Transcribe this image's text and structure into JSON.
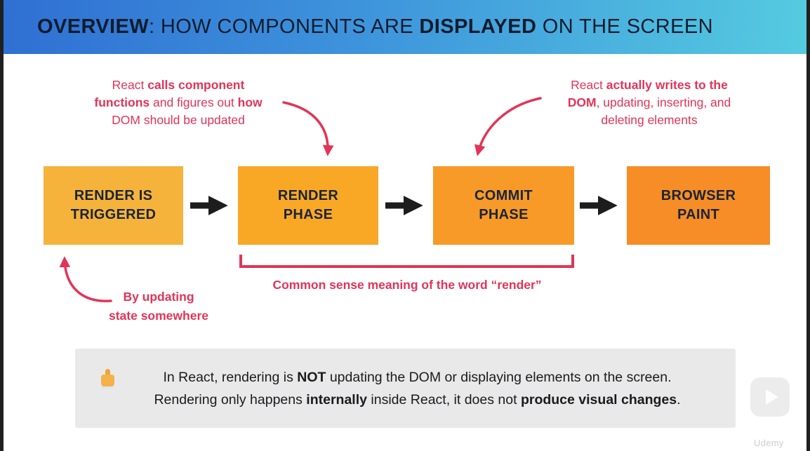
{
  "header": {
    "parts": [
      "OVERVIEW",
      ": HOW COMPONENTS ARE ",
      "DISPLAYED",
      " ON THE SCREEN"
    ],
    "gradient": [
      "#2F6FD3",
      "#55CBE0"
    ],
    "text_color": "#0F1C2E"
  },
  "boxes": [
    {
      "label": "RENDER IS TRIGGERED",
      "color": "#F5B33C"
    },
    {
      "label": "RENDER PHASE",
      "color": "#F9A826"
    },
    {
      "label": "COMMIT PHASE",
      "color": "#F79A28"
    },
    {
      "label": "BROWSER PAINT",
      "color": "#F68D27"
    }
  ],
  "annotations": {
    "accent_color": "#E23458",
    "render_phase": {
      "line1": [
        "React ",
        "calls component"
      ],
      "line2": [
        "functions",
        " and figures out ",
        "how"
      ],
      "line3": "DOM should be updated"
    },
    "commit_phase": {
      "line1": [
        "React ",
        "actually writes to the"
      ],
      "line2": [
        "DOM",
        ", updating, inserting, and"
      ],
      "line3": "deleting elements"
    },
    "trigger": {
      "line1": "By updating",
      "line2": "state somewhere"
    },
    "bracket_caption": "Common sense meaning of the word “render”"
  },
  "note": {
    "icon": "pointing-up-finger",
    "line1": [
      "In React, rendering is ",
      "NOT",
      " updating the DOM or displaying elements on the screen."
    ],
    "line2": [
      "Rendering only happens ",
      "internally",
      " inside React, it does not ",
      "produce visual changes",
      "."
    ]
  },
  "player": {
    "watermark": "Udemy"
  }
}
